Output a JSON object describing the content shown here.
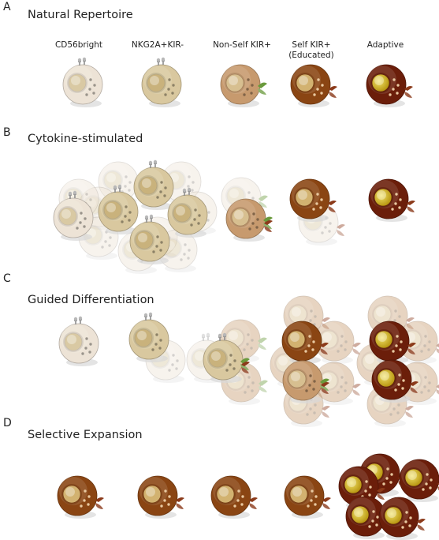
{
  "columns": [
    "CD56bright",
    "NKG2A+KIR-",
    "Non-Self KIR+",
    "Self KIR+\n(Educated)",
    "Adaptive"
  ],
  "panels": [
    {
      "letter": "A",
      "title": "Natural Repertoire"
    },
    {
      "letter": "B",
      "title": "Cytokine-stimulated"
    },
    {
      "letter": "C",
      "title": "Guided Differentiation"
    },
    {
      "letter": "D",
      "title": "Selective Expansion"
    }
  ],
  "colors": {
    "stage1": "#ede3d6",
    "stage2": "#d9c89f",
    "stage3": "#c79a6e",
    "stage4": "#8a4513",
    "stage5": "#6b1e0a",
    "adaptive_nucleus": "#c4a20e",
    "receptor_green": "#6a9a3c",
    "receptor_brown": "#8b3a1a",
    "receptor_grey": "#8e8e8e"
  }
}
